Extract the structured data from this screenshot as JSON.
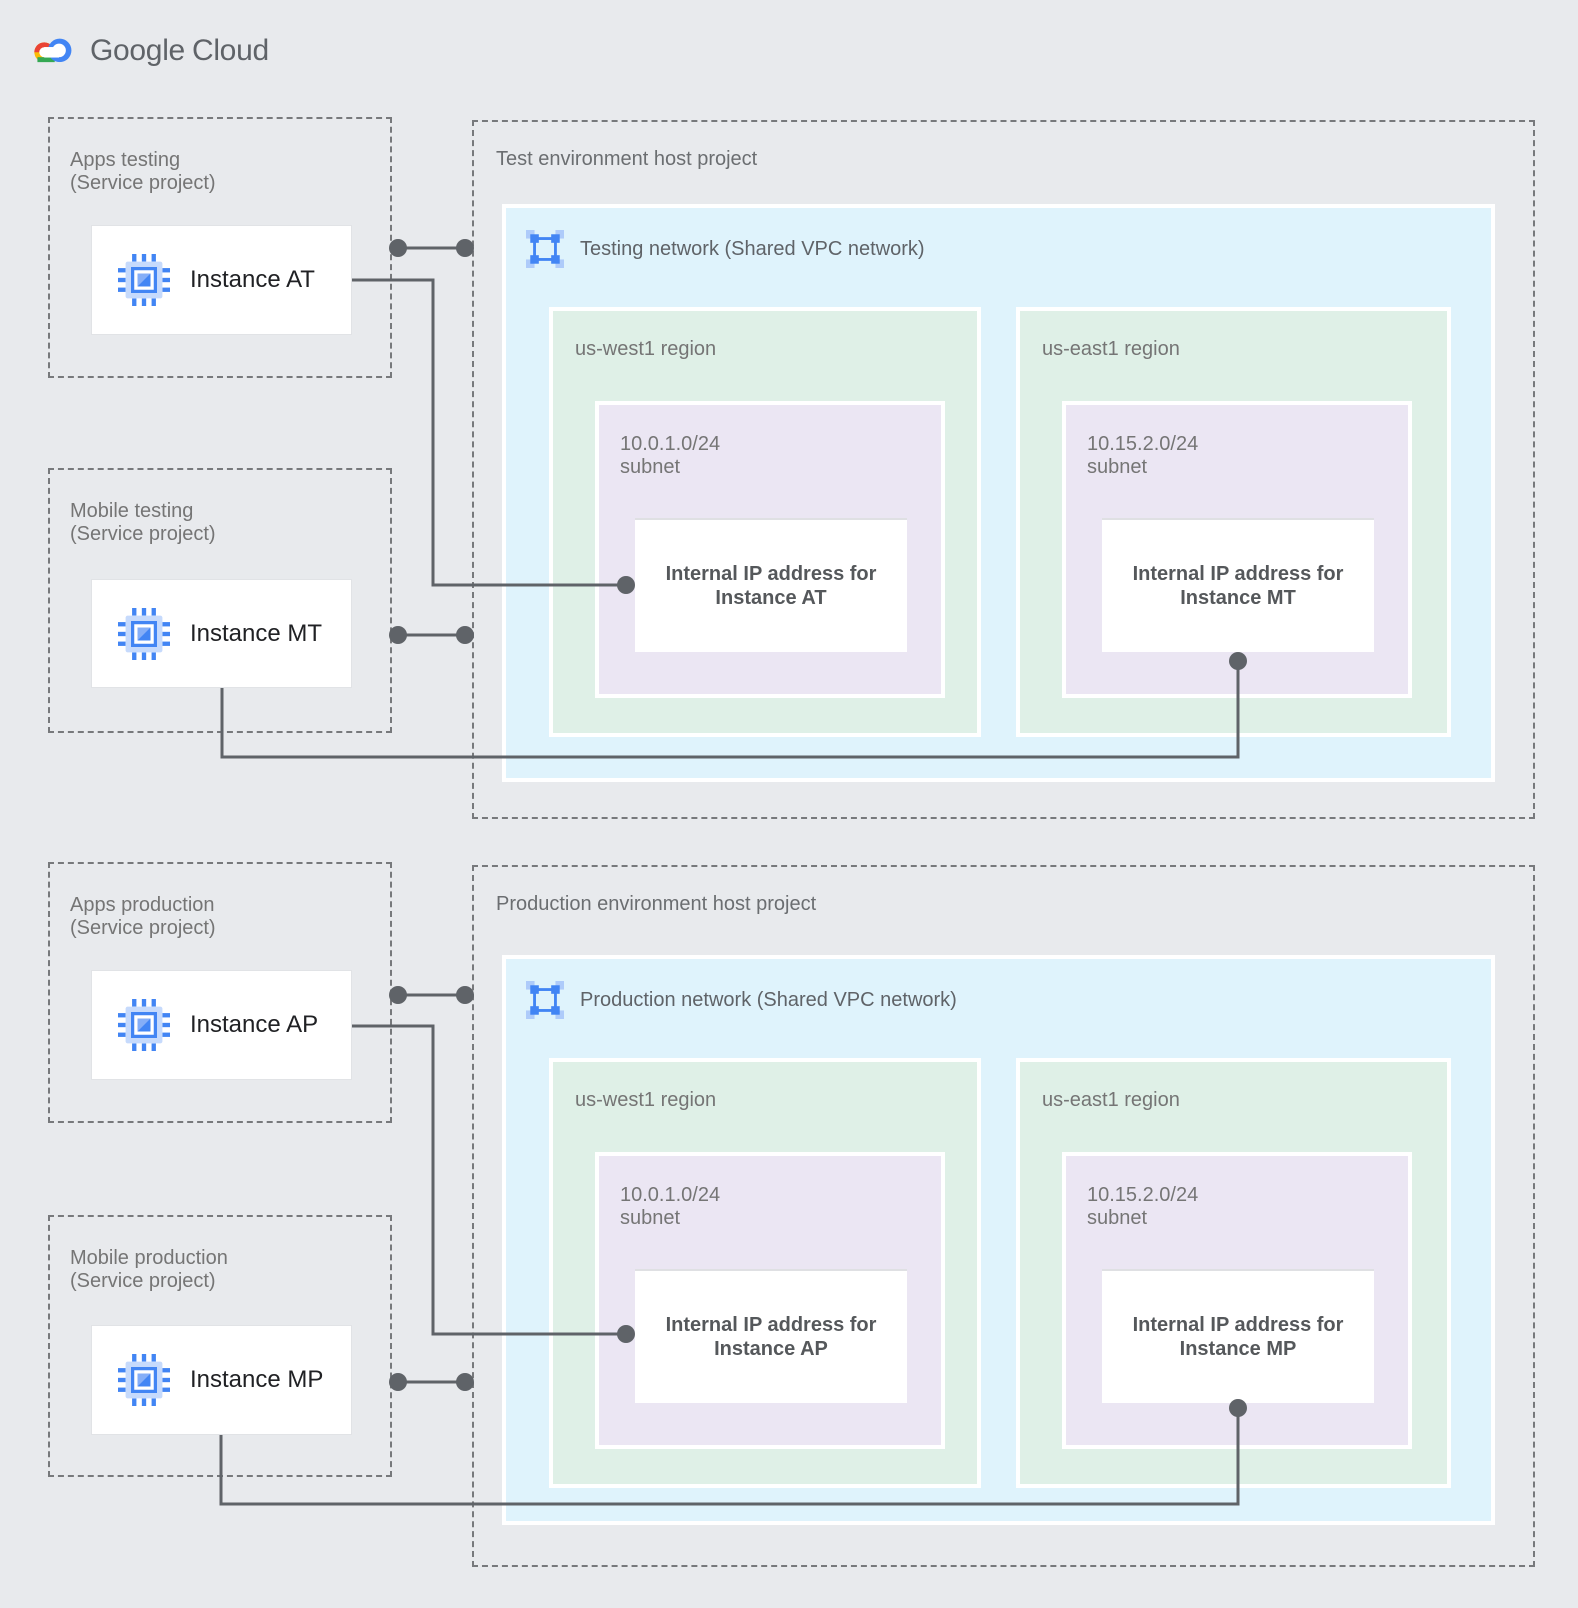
{
  "logo": {
    "google": "Google",
    "cloud": "Cloud",
    "icon": "google-cloud-logo"
  },
  "palette": {
    "page_bg": "#E8EAED",
    "network_blue": "#DFF3FC",
    "region_green": "#DFF0E7",
    "subnet_purple": "#EBE6F3",
    "connector_gray": "#5F6368",
    "dashed_border": "#77797C",
    "icon_blue": "#4285F4",
    "icon_blue_light": "#AECBFA"
  },
  "sections": {
    "test": {
      "host_label": "Test environment host project",
      "network_label": "Testing network (Shared VPC network)",
      "network_icon": "vpc-network-icon",
      "service_projects": [
        {
          "name": "Apps testing",
          "sub": "(Service project)",
          "instance": "Instance AT",
          "icon": "compute-engine-icon"
        },
        {
          "name": "Mobile testing",
          "sub": "(Service project)",
          "instance": "Instance MT",
          "icon": "compute-engine-icon"
        }
      ],
      "regions": [
        {
          "name": "us-west1 region",
          "cidr": "10.0.1.0/24",
          "subnet": "subnet",
          "ip_line1": "Internal IP address for",
          "ip_line2": "Instance AT"
        },
        {
          "name": "us-east1 region",
          "cidr": "10.15.2.0/24",
          "subnet": "subnet",
          "ip_line1": "Internal IP address for",
          "ip_line2": "Instance MT"
        }
      ]
    },
    "production": {
      "host_label": "Production environment host project",
      "network_label": "Production network (Shared VPC network)",
      "network_icon": "vpc-network-icon",
      "service_projects": [
        {
          "name": "Apps production",
          "sub": "(Service project)",
          "instance": "Instance AP",
          "icon": "compute-engine-icon"
        },
        {
          "name": "Mobile production",
          "sub": "(Service project)",
          "instance": "Instance MP",
          "icon": "compute-engine-icon"
        }
      ],
      "regions": [
        {
          "name": "us-west1 region",
          "cidr": "10.0.1.0/24",
          "subnet": "subnet",
          "ip_line1": "Internal IP address for",
          "ip_line2": "Instance AP"
        },
        {
          "name": "us-east1 region",
          "cidr": "10.15.2.0/24",
          "subnet": "subnet",
          "ip_line1": "Internal IP address for",
          "ip_line2": "Instance MP"
        }
      ]
    }
  }
}
